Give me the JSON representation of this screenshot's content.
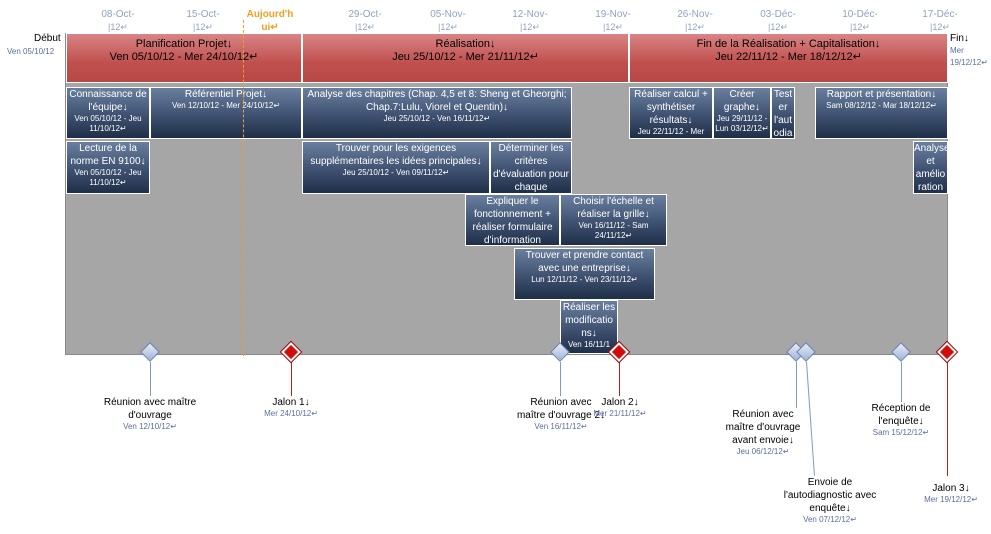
{
  "dates": [
    "08-Oct-",
    "15-Oct-",
    "29-Oct-",
    "05-Nov-",
    "12-Nov-",
    "19-Nov-",
    "26-Nov-",
    "03-Déc-",
    "10-Déc-",
    "17-Déc-"
  ],
  "date_sub": "|12↵",
  "today_label": "Aujourd'h\nui↵",
  "start": {
    "label": "Début",
    "date": "Ven 05/10/12"
  },
  "end": {
    "label": "Fin↓",
    "date": "Mer 19/12/12↵"
  },
  "phases": [
    {
      "title": "Planification Projet↓",
      "dates": "Ven 05/10/12 - Mer 24/10/12↵"
    },
    {
      "title": "Réalisation↓",
      "dates": "Jeu 25/10/12 - Mer 21/11/12↵"
    },
    {
      "title": "Fin de la Réalisation + Capitalisation↓",
      "dates": "Jeu 22/11/12 - Mer 18/12/12↵"
    }
  ],
  "tasks": [
    {
      "title": "Connaissance de l'équipe↓",
      "dates": "Ven 05/10/12 - Jeu 11/10/12↵"
    },
    {
      "title": "Référentiel Projet↓",
      "dates": "Ven 12/10/12 - Mer 24/10/12↵"
    },
    {
      "title": "Analyse des chapitres (Chap. 4,5 et 8: Sheng et Gheorghi; Chap.7:Lulu, Viorel et Quentin)↓",
      "dates": "Jeu 25/10/12 - Ven 16/11/12↵"
    },
    {
      "title": "Réaliser calcul + synthétiser résultats↓",
      "dates": "Jeu 22/11/12 - Mer"
    },
    {
      "title": "Créer graphe↓",
      "dates": "Jeu 29/11/12 - Lun 03/12/12↵"
    },
    {
      "title": "Test er l'aut odia",
      "dates": ""
    },
    {
      "title": "Rapport et présentation↓",
      "dates": "Sam 08/12/12 - Mar 18/12/12↵"
    },
    {
      "title": "Lecture de la norme EN 9100↓",
      "dates": "Ven 05/10/12 - Jeu 11/10/12↵"
    },
    {
      "title": "Trouver pour les exigences supplémentaires les idées principales↓",
      "dates": "Jeu 25/10/12 - Ven 09/11/12↵"
    },
    {
      "title": "Déterminer les critères d'évaluation pour chaque",
      "dates": ""
    },
    {
      "title": "Analyse et amélio ration",
      "dates": ""
    },
    {
      "title": "Expliquer le fonctionnement + réaliser formulaire d'information",
      "dates": ""
    },
    {
      "title": "Choisir l'échelle et réaliser la grille↓",
      "dates": "Ven 16/11/12 - Sam 24/11/12↵"
    },
    {
      "title": "Trouver et prendre contact avec une entreprise↓",
      "dates": "Lun 12/11/12 - Ven 23/11/12↵"
    },
    {
      "title": "Réaliser les modificatio ns↓",
      "dates": "Ven 16/11/1"
    }
  ],
  "milestones": [
    {
      "title": "Réunion avec maître d'ouvrage",
      "date": "Ven 12/10/12↵"
    },
    {
      "title": "Jalon 1↓",
      "date": "Mer 24/10/12↵"
    },
    {
      "title": "Réunion avec maître d'ouvrage 2↓",
      "date": "Ven 16/11/12↵"
    },
    {
      "title": "Jalon 2↓",
      "date": "Mer 21/11/12↵"
    },
    {
      "title": "Réunion avec maître d'ouvrage avant envoie↓",
      "date": "Jeu 06/12/12↵"
    },
    {
      "title": "Envoie de l'autodiagnostic avec enquête↓",
      "date": "Ven 07/12/12↵"
    },
    {
      "title": "Réception de l'enquête↓",
      "date": "Sam 15/12/12↵"
    },
    {
      "title": "Jalon 3↓",
      "date": "Mer 19/12/12↵"
    }
  ],
  "colors": {
    "phase": "#c0504d",
    "task": "#3e5170",
    "today": "#f0a020",
    "milestone_red": "#d40b0b",
    "milestone_blue": "#9fb2d6",
    "background": "#a6a6a6"
  }
}
